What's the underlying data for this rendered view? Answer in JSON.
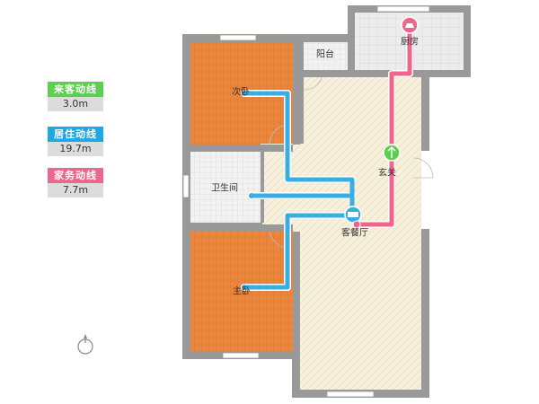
{
  "legend": [
    {
      "label": "来客动线",
      "value": "3.0m",
      "color": "#5ccf4e"
    },
    {
      "label": "居住动线",
      "value": "19.7m",
      "color": "#1fa8e6"
    },
    {
      "label": "家务动线",
      "value": "7.7m",
      "color": "#f0658c"
    }
  ],
  "rooms": {
    "kitchen": "厨房",
    "balcony": "阳台",
    "second_bedroom": "次卧",
    "entrance": "玄关",
    "bathroom": "卫生间",
    "living_dining": "客餐厅",
    "master_bedroom": "主卧"
  },
  "colors": {
    "wall": "#999999",
    "wood_floor": "#e8823a",
    "tile_floor": "#f5efd9",
    "guest_route": "#5ccf4e",
    "living_route": "#3aaee0",
    "chore_route": "#f0658c"
  }
}
